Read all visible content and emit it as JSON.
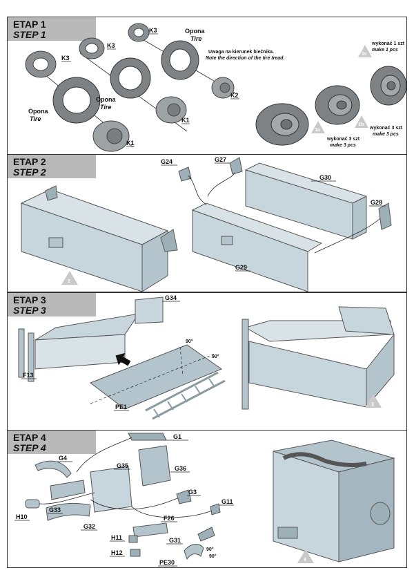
{
  "steps": [
    {
      "etap": "ETAP 1",
      "step": "STEP 1"
    },
    {
      "etap": "ETAP 2",
      "step": "STEP 2"
    },
    {
      "etap": "ETAP 3",
      "step": "STEP 3"
    },
    {
      "etap": "ETAP 4",
      "step": "STEP 4"
    }
  ],
  "step1": {
    "note_pl": "Uwaga na kierunek bieżnika.",
    "note_en": "Note the direction of the tire tread.",
    "tire_pl": "Opona",
    "tire_en": "Tire",
    "part_k1": "K1",
    "part_k2": "K2",
    "part_k3": "K3",
    "make1_pl": "wykonać 1 szt",
    "make1_en": "make 1 pcs",
    "make3_pl": "wykonać 3 szt",
    "make3_en": "make 3 pcs",
    "tri_1a": "1a",
    "tri_1b": "1b",
    "tri_1c": "1c"
  },
  "step2": {
    "parts": [
      "G24",
      "G27",
      "G30",
      "G28",
      "G29"
    ],
    "tri": "2"
  },
  "step3": {
    "parts": [
      "G34",
      "F13",
      "PE1"
    ],
    "angle1": "90°",
    "angle2": "90°",
    "tri": "3"
  },
  "step4": {
    "parts": [
      "G1",
      "G4",
      "G35",
      "G36",
      "G3",
      "G11",
      "H10",
      "G33",
      "G32",
      "F26",
      "H11",
      "G31",
      "H12",
      "PE30"
    ],
    "angle1": "90°",
    "angle2": "90°",
    "tri": "4"
  },
  "colors": {
    "header_bg": "#b9b9b9",
    "part_fill": "#c7d6dd",
    "border": "#333333",
    "tire": "#8a8e90"
  }
}
